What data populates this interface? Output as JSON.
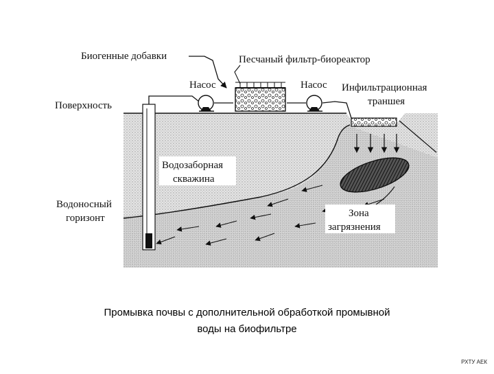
{
  "diagram": {
    "labels": {
      "nutrients": "Биогенные добавки",
      "sand_filter": "Песчаный фильтр-биореактор",
      "pump_left": "Насос",
      "pump_right": "Насос",
      "trench_line1": "Инфильтрационная",
      "trench_line2": "траншея",
      "surface": "Поверхность",
      "well_line1": "Водозаборная",
      "well_line2": "скважина",
      "aquifer_line1": "Водоносный",
      "aquifer_line2": "горизонт",
      "zone_line1": "Зона",
      "zone_line2": "загрязнения"
    },
    "colors": {
      "ground": "#d9d9d9",
      "ink": "#111111",
      "plume": "#333333"
    }
  },
  "caption": {
    "line1": "Промывка почвы с дополнительной обработкой промывной",
    "line2": "воды на биофильтре"
  },
  "corner_label": "РХТУ АЕК"
}
